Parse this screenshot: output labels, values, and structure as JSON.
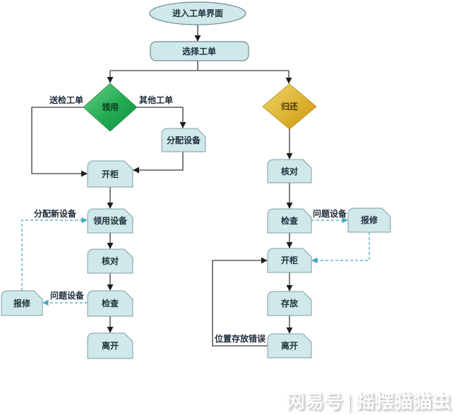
{
  "diagram": {
    "nodes": {
      "start": "进入工单界面",
      "select_order": "选择工单",
      "decision_claim": "领用",
      "decision_return": "归还",
      "assign_device": "分配设备",
      "open_cabinet_left": "开柜",
      "claim_device": "领用设备",
      "verify_left": "核对",
      "inspect_left": "检查",
      "leave_left": "离开",
      "repair_left": "报修",
      "verify_right": "核对",
      "inspect_right": "检查",
      "open_cabinet_right": "开柜",
      "store_device": "存放",
      "leave_right": "离开",
      "repair_right": "报修"
    },
    "edge_labels": {
      "inspection_order": "送检工单",
      "other_order": "其他工单",
      "assign_new_device": "分配新设备",
      "problem_device_left": "问题设备",
      "problem_device_right": "问题设备",
      "wrong_position": "位置存放错误"
    },
    "colors": {
      "node_fill": "#cfe8e9",
      "node_border": "#7f9da8",
      "diamond_green_light": "#63c983",
      "diamond_green_dark": "#0a9144",
      "diamond_gold_light": "#eed263",
      "diamond_gold_dark": "#c8960f",
      "solid_edge": "#3a3a3a",
      "dashed_edge": "#3fa8c0"
    }
  },
  "watermark": {
    "platform": "网易号",
    "separator": "|",
    "author": "摇摆猫猫虫"
  }
}
